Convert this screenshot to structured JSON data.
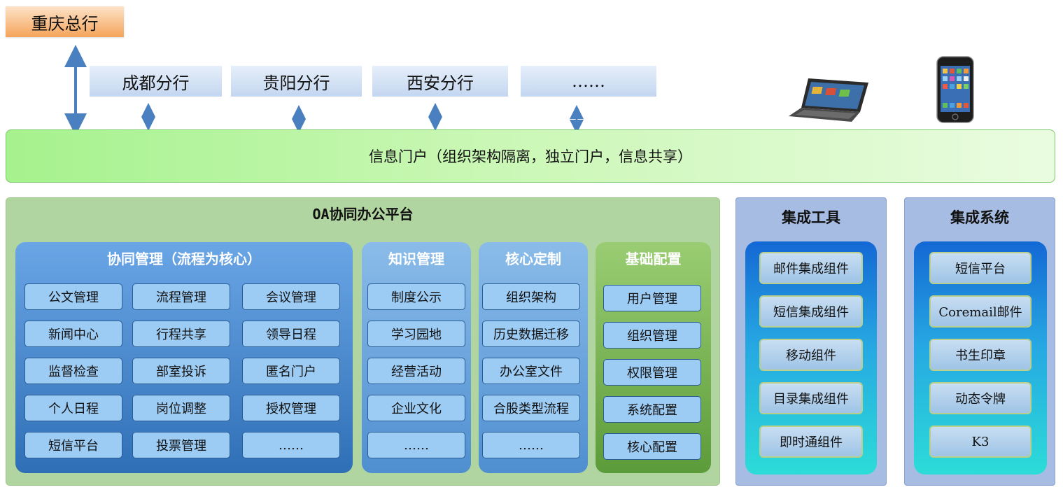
{
  "hq": "重庆总行",
  "branches": [
    "成都分行",
    "贵阳分行",
    "西安分行",
    "……"
  ],
  "portal": "信息门户（组织架构隔离，独立门户，信息共享）",
  "oa": {
    "title": "OA协同办公平台",
    "collab": {
      "title": "协同管理（流程为核心）",
      "items": [
        "公文管理",
        "流程管理",
        "会议管理",
        "新闻中心",
        "行程共享",
        "领导日程",
        "监督检查",
        "部室投诉",
        "匿名门户",
        "个人日程",
        "岗位调整",
        "授权管理",
        "短信平台",
        "投票管理",
        "……"
      ]
    },
    "knowledge": {
      "title": "知识管理",
      "items": [
        "制度公示",
        "学习园地",
        "经营活动",
        "企业文化",
        "……"
      ]
    },
    "custom": {
      "title": "核心定制",
      "items": [
        "组织架构",
        "历史数据迁移",
        "办公室文件",
        "合股类型流程",
        "……"
      ]
    },
    "base": {
      "title": "基础配置",
      "items": [
        "用户管理",
        "组织管理",
        "权限管理",
        "系统配置",
        "核心配置"
      ]
    }
  },
  "tools": {
    "title": "集成工具",
    "items": [
      "邮件集成组件",
      "短信集成组件",
      "移动组件",
      "目录集成组件",
      "即时通组件"
    ]
  },
  "systems": {
    "title": "集成系统",
    "items": [
      "短信平台",
      "Coremail邮件",
      "书生印章",
      "动态令牌",
      "K3"
    ]
  },
  "icons": {
    "laptop": "laptop-icon",
    "phone": "phone-icon"
  },
  "colors": {
    "hq_fill": "#f5a45a",
    "branch_fill": "#c3d6f0",
    "portal_fill": "#a6f28e",
    "oa_fill": "#b1d5a0",
    "module_cell": "#9ccbf4",
    "tool_panel": "#a6bce2",
    "arrow": "#4a7fc0"
  }
}
